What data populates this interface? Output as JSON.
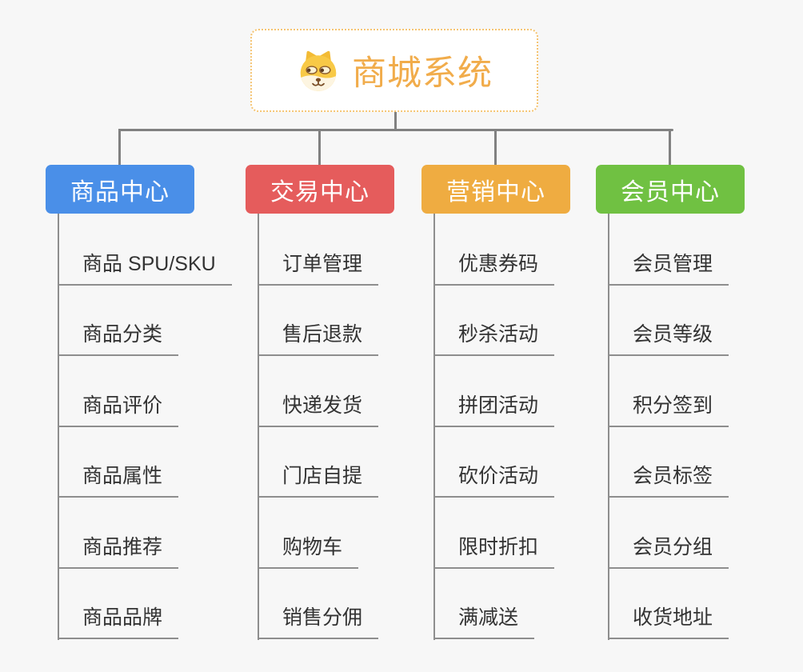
{
  "root": {
    "title": "商城系统",
    "icon": "dog-icon"
  },
  "colors": {
    "background": "#f7f7f7",
    "connector": "#818181",
    "underline": "#8e8e8e",
    "subtopic_text": "#333333",
    "root_title": "#f1ac4b",
    "root_border": "#f5c472"
  },
  "branches": [
    {
      "label": "商品中心",
      "color": "#4a8fe8",
      "children": [
        "商品 SPU/SKU",
        "商品分类",
        "商品评价",
        "商品属性",
        "商品推荐",
        "商品品牌"
      ]
    },
    {
      "label": "交易中心",
      "color": "#e55c5c",
      "children": [
        "订单管理",
        "售后退款",
        "快递发货",
        "门店自提",
        "购物车",
        "销售分佣"
      ]
    },
    {
      "label": "营销中心",
      "color": "#efac41",
      "children": [
        "优惠券码",
        "秒杀活动",
        "拼团活动",
        "砍价活动",
        "限时折扣",
        "满减送"
      ]
    },
    {
      "label": "会员中心",
      "color": "#70c142",
      "children": [
        "会员管理",
        "会员等级",
        "积分签到",
        "会员标签",
        "会员分组",
        "收货地址"
      ]
    }
  ]
}
